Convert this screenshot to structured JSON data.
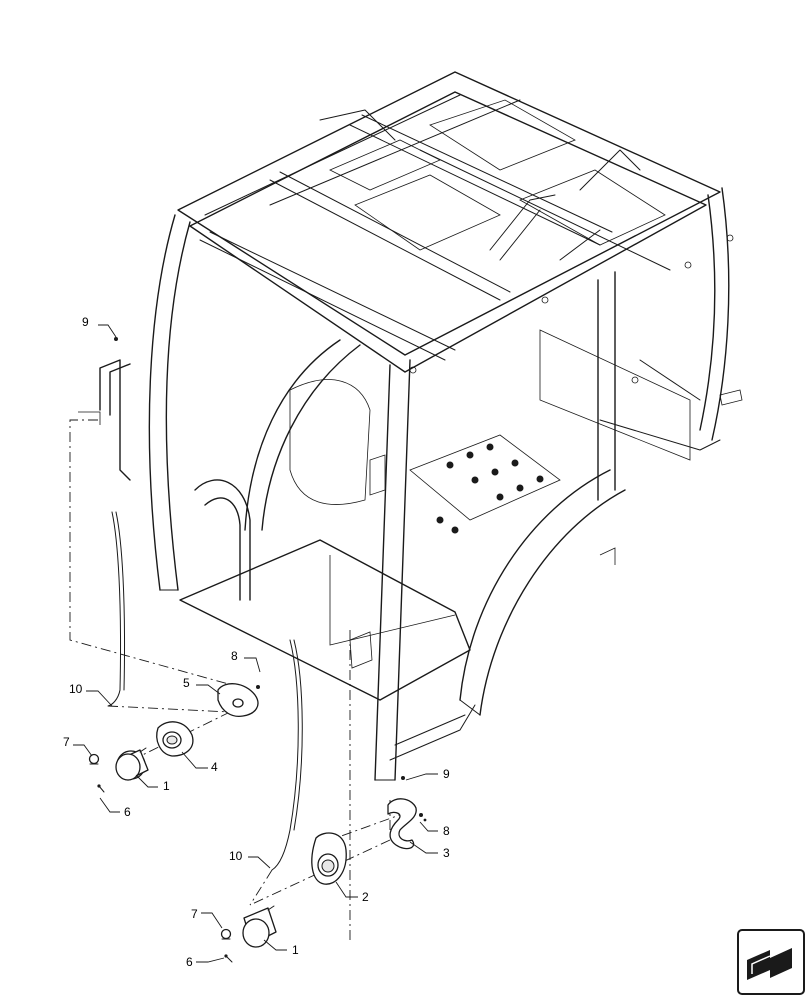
{
  "diagram": {
    "type": "exploded-parts-illustration",
    "colors": {
      "line": "#1a1a1a",
      "background": "#ffffff"
    },
    "callouts": [
      {
        "id": "c9a",
        "label": "9"
      },
      {
        "id": "c8a",
        "label": "8"
      },
      {
        "id": "c5",
        "label": "5"
      },
      {
        "id": "c10a",
        "label": "10"
      },
      {
        "id": "c7a",
        "label": "7"
      },
      {
        "id": "c4",
        "label": "4"
      },
      {
        "id": "c1a",
        "label": "1"
      },
      {
        "id": "c6a",
        "label": "6"
      },
      {
        "id": "c9b",
        "label": "9"
      },
      {
        "id": "c8b",
        "label": "8"
      },
      {
        "id": "c3",
        "label": "3"
      },
      {
        "id": "c10b",
        "label": "10"
      },
      {
        "id": "c2",
        "label": "2"
      },
      {
        "id": "c7b",
        "label": "7"
      },
      {
        "id": "c1b",
        "label": "1"
      },
      {
        "id": "c6b",
        "label": "6"
      }
    ],
    "nav_icon": "arrow-icon"
  }
}
